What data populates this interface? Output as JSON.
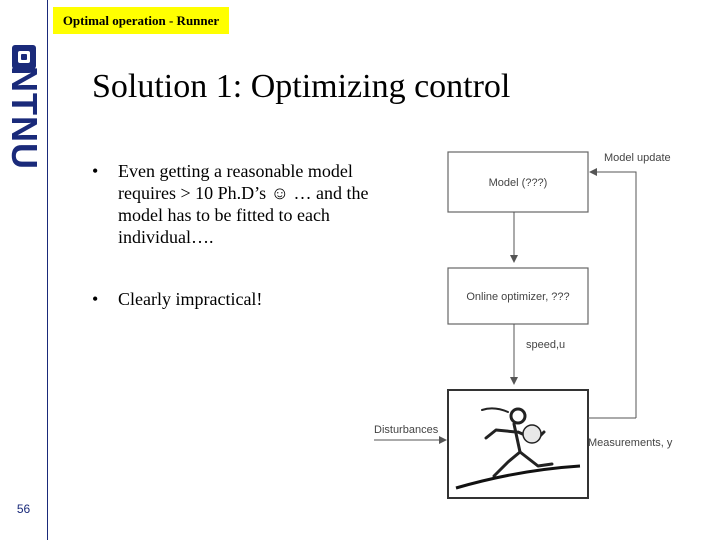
{
  "header": {
    "section_label": "Optimal operation - Runner"
  },
  "sidebar": {
    "logo_text": "NTNU",
    "logo_icon": "ntnu-square-icon"
  },
  "slide": {
    "number": "56",
    "title": "Solution 1: Optimizing control",
    "bullets": [
      {
        "marker": "•",
        "text": "Even getting a reasonable model requires > 10 Ph.D’s ☺ … and the model has to be fitted to each individual…."
      },
      {
        "marker": "•",
        "text": "Clearly impractical!"
      }
    ]
  },
  "diagram": {
    "model_update_label": "Model update",
    "model_box_label": "Model (???)",
    "optimizer_box_label": "Online optimizer, ???",
    "speed_label": "speed,u",
    "disturbances_label": "Disturbances",
    "measurements_label": "Measurements, y",
    "runner_icon": "runner-icon"
  }
}
